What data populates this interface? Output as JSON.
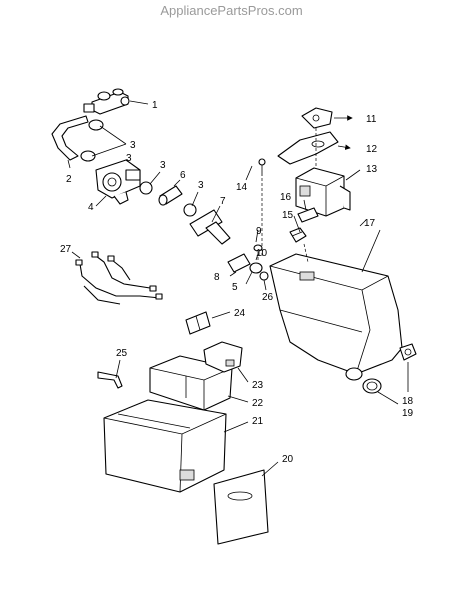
{
  "watermark": "AppliancePartsPros.com",
  "callouts": [
    "1",
    "2",
    "3",
    "3",
    "4",
    "5",
    "6",
    "3",
    "3",
    "7",
    "8",
    "9",
    "10",
    "11",
    "12",
    "13",
    "14",
    "15",
    "16",
    "17",
    "18",
    "19",
    "20",
    "21",
    "22",
    "23",
    "24",
    "25",
    "26",
    "27"
  ]
}
